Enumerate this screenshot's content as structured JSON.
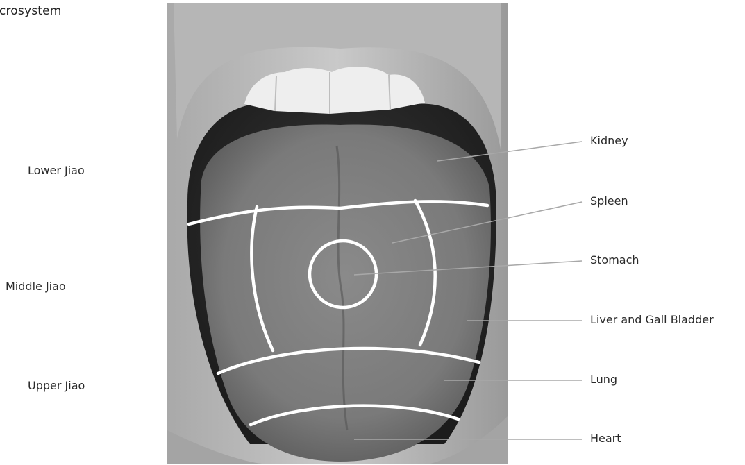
{
  "figure": {
    "title_fragment": "icrosystem",
    "jiao_labels": {
      "lower": "Lower Jiao",
      "middle": "Middle Jiao",
      "upper": "Upper Jiao"
    },
    "organ_labels": {
      "kidney": "Kidney",
      "spleen": "Spleen",
      "stomach": "Stomach",
      "liver": "Liver and Gall Bladder",
      "lung": "Lung",
      "heart": "Heart"
    }
  }
}
